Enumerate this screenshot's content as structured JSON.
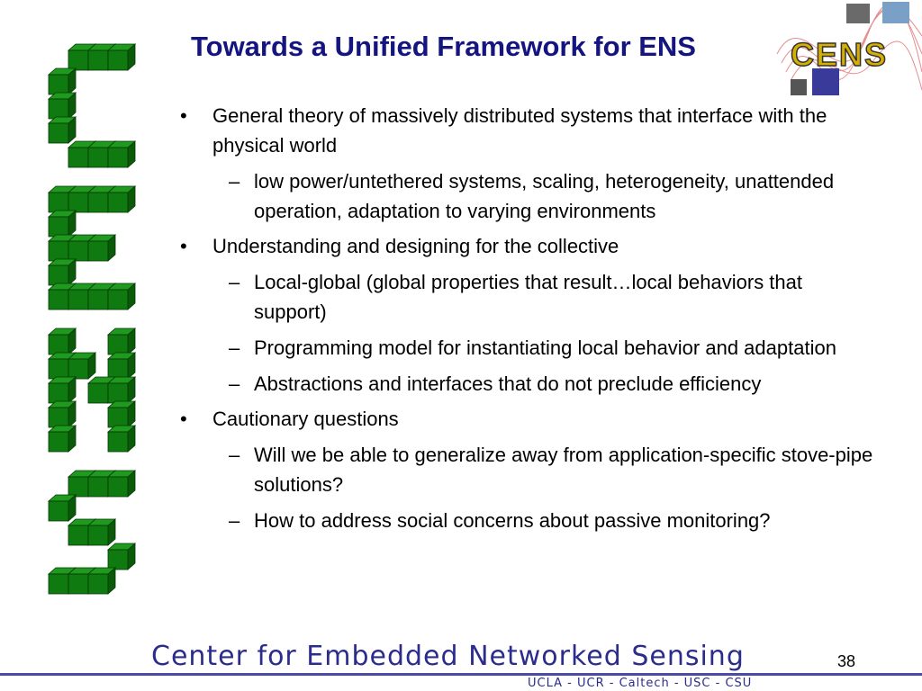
{
  "slide": {
    "title": "Towards a Unified Framework for ENS",
    "logo_text": "CENS",
    "side_letters": "CENS",
    "bullets": [
      {
        "level": 1,
        "marker": "•",
        "text": "General theory of massively distributed systems that interface with the physical world"
      },
      {
        "level": 2,
        "marker": "–",
        "text": "low power/untethered systems, scaling, heterogeneity, unattended operation, adaptation to varying environments"
      },
      {
        "level": 1,
        "marker": "•",
        "text": "Understanding and designing for the collective"
      },
      {
        "level": 2,
        "marker": "–",
        "text": "Local-global (global properties that result…local behaviors that support)"
      },
      {
        "level": 2,
        "marker": "–",
        "text": "Programming model for instantiating local behavior and adaptation"
      },
      {
        "level": 2,
        "marker": "–",
        "text": "Abstractions and interfaces that do not preclude efficiency"
      },
      {
        "level": 1,
        "marker": "•",
        "text": "Cautionary questions"
      },
      {
        "level": 2,
        "marker": "–",
        "text": "Will we be able to generalize away from application-specific stove-pipe solutions?"
      },
      {
        "level": 2,
        "marker": "–",
        "text": "How to address social concerns about passive monitoring?"
      }
    ],
    "footer_title": "Center for Embedded Networked Sensing",
    "footer_subtitle": "UCLA - UCR - Caltech - USC - CSU",
    "page_number": "38"
  },
  "colors": {
    "title": "#151580",
    "block_green": "#0f7a0f",
    "block_dark": "#064806",
    "footer": "#2c2c8c",
    "logo_gold": "#d6b000"
  }
}
